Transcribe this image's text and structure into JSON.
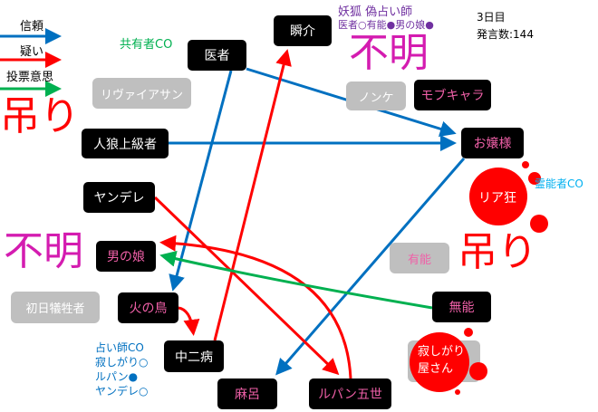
{
  "legend": {
    "trust": "信頼",
    "doubt": "疑い",
    "vote": "投票意思"
  },
  "colors": {
    "trust": "#0070c0",
    "doubt": "#ff0000",
    "vote": "#00b050",
    "unknown": "#d41cb0",
    "hang": "#ff0000"
  },
  "status": {
    "day": "3日目",
    "posts": "発言数:144"
  },
  "notes": {
    "sharer_co": "共有者CO",
    "fox_line1": "妖狐 偽占い師",
    "fox_line2": "医者○有能●男の娘●",
    "medium_co": "霊能者CO",
    "seer": [
      "占い師CO",
      "寂しがり○",
      "ルパン●",
      "ヤンデレ○"
    ]
  },
  "nodes": {
    "doctor": "医者",
    "shunsuke": "瞬介",
    "mob": "モブキャラ",
    "wolf_expert": "人狼上級者",
    "ojousama": "お嬢様",
    "yandere": "ヤンデレ",
    "otokonoko": "男の娘",
    "phoenix": "火の鳥",
    "chuuni": "中二病",
    "maro": "麻呂",
    "lupin": "ルパン五世",
    "munou": "無能",
    "riajuu": "リア狂",
    "lonely": "寂しがり\n屋さん"
  },
  "dead": {
    "leviathan": "リヴァイアサン",
    "nonke": "ノンケ",
    "yuunou": "有能",
    "first_victim": "初日犠牲者"
  },
  "marks": {
    "hang1": "吊り",
    "unknown1": "不明",
    "hang2": "吊り",
    "unknown2": "不明"
  }
}
